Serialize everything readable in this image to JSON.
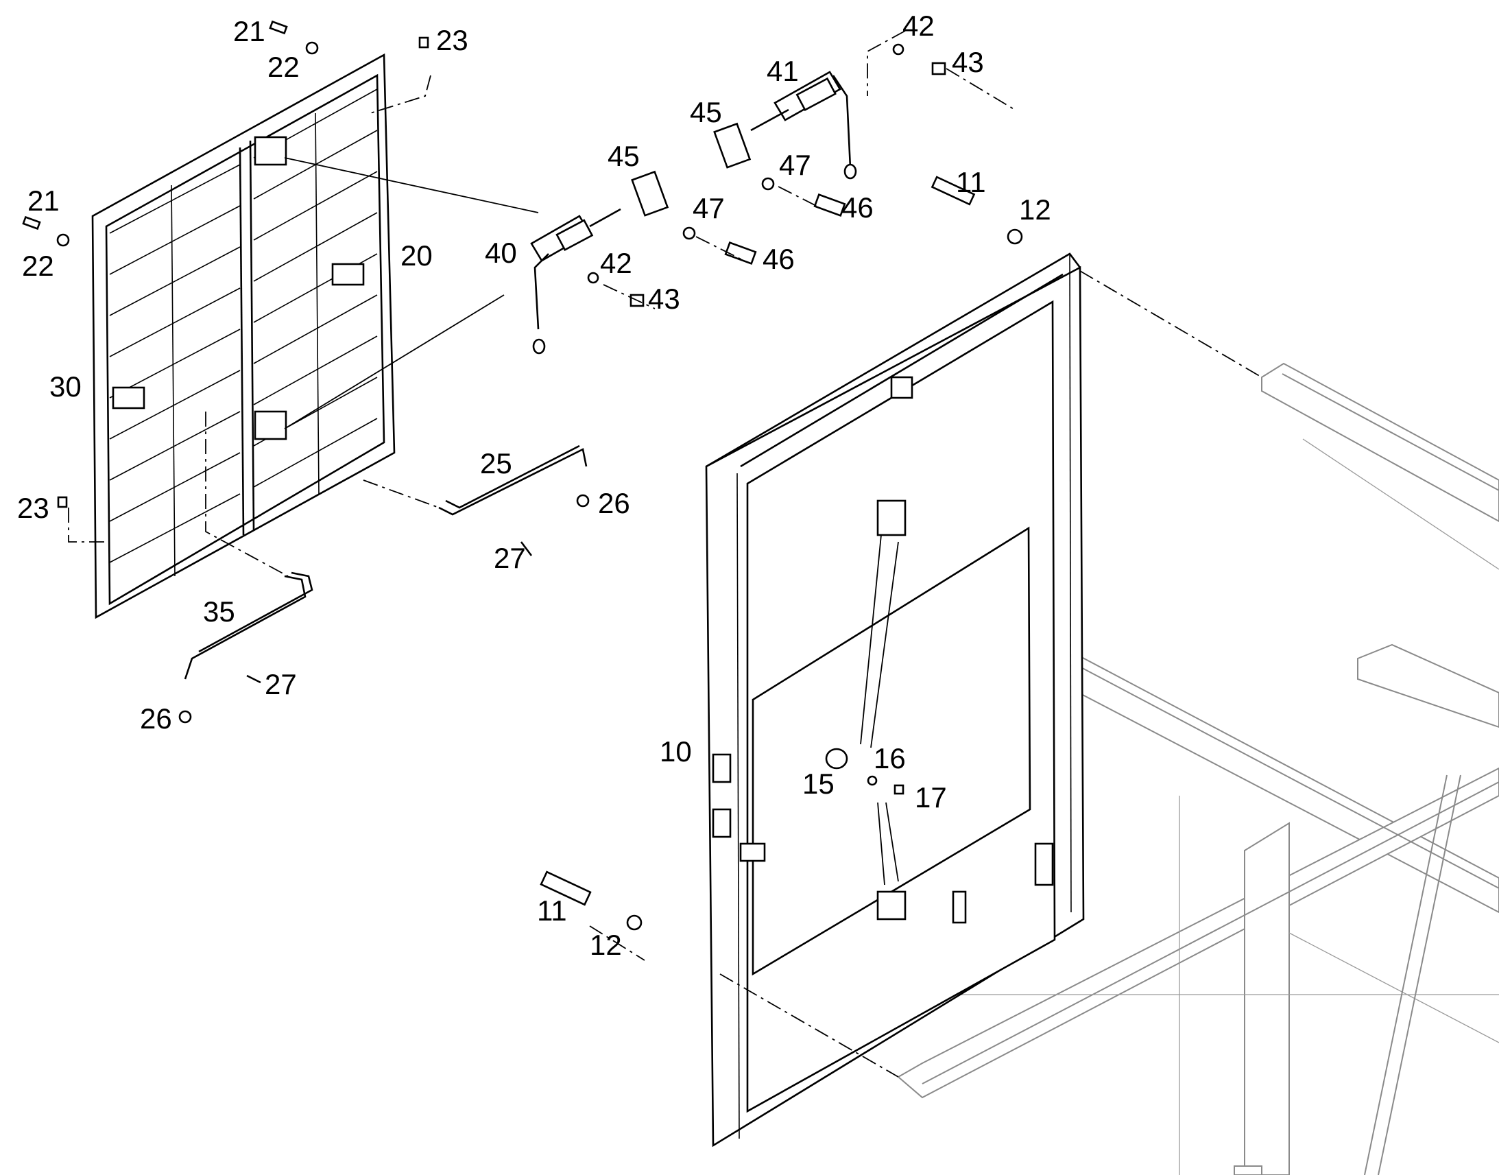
{
  "diagram": {
    "background": "#ffffff",
    "line_color": "#000000",
    "ghost_color": "#8a8a8a",
    "callouts": [
      {
        "id": "c21a",
        "text": "21"
      },
      {
        "id": "c22a",
        "text": "22"
      },
      {
        "id": "c23a",
        "text": "23"
      },
      {
        "id": "c21b",
        "text": "21"
      },
      {
        "id": "c22b",
        "text": "22"
      },
      {
        "id": "c20",
        "text": "20"
      },
      {
        "id": "c30",
        "text": "30"
      },
      {
        "id": "c23b",
        "text": "23"
      },
      {
        "id": "c40",
        "text": "40"
      },
      {
        "id": "c42a",
        "text": "42"
      },
      {
        "id": "c43a",
        "text": "43"
      },
      {
        "id": "c45a",
        "text": "45"
      },
      {
        "id": "c47a",
        "text": "47"
      },
      {
        "id": "c46a",
        "text": "46"
      },
      {
        "id": "c41",
        "text": "41"
      },
      {
        "id": "c42b",
        "text": "42"
      },
      {
        "id": "c43b",
        "text": "43"
      },
      {
        "id": "c45b",
        "text": "45"
      },
      {
        "id": "c47b",
        "text": "47"
      },
      {
        "id": "c46b",
        "text": "46"
      },
      {
        "id": "c11a",
        "text": "11"
      },
      {
        "id": "c12a",
        "text": "12"
      },
      {
        "id": "c25",
        "text": "25"
      },
      {
        "id": "c26a",
        "text": "26"
      },
      {
        "id": "c27a",
        "text": "27"
      },
      {
        "id": "c35",
        "text": "35"
      },
      {
        "id": "c27b",
        "text": "27"
      },
      {
        "id": "c26b",
        "text": "26"
      },
      {
        "id": "c10",
        "text": "10"
      },
      {
        "id": "c16",
        "text": "16"
      },
      {
        "id": "c15",
        "text": "15"
      },
      {
        "id": "c17",
        "text": "17"
      },
      {
        "id": "c11b",
        "text": "11"
      },
      {
        "id": "c12b",
        "text": "12"
      }
    ]
  }
}
